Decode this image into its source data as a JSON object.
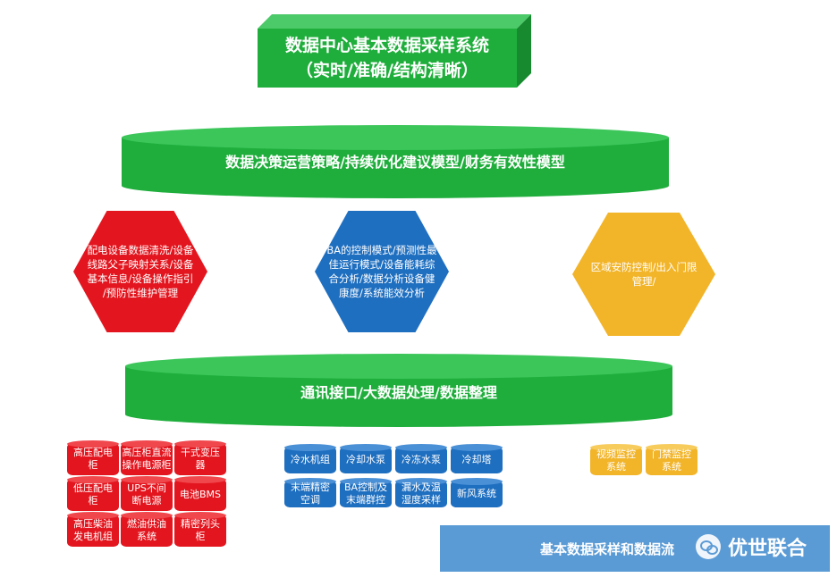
{
  "title": {
    "line1": "数据中心基本数据采样系统",
    "line2": "（实时/准确/结构清晰）"
  },
  "layers": {
    "top_band": "数据决策运营策略/持续优化建议模型/财务有效性模型",
    "middle_band": "通讯接口/大数据处理/数据整理",
    "base_bar": "基本数据采样和数据流"
  },
  "hexagons": [
    {
      "lines": [
        "配电设备数据清洗/设备",
        "线路父子映射关系/设备",
        "基本信息/设备操作指引",
        "/预防性维护管理"
      ],
      "color": "#e3161f"
    },
    {
      "lines": [
        "BA的控制模式/预测性最",
        "佳运行模式/设备能耗综",
        "合分析/数据分析设备健",
        "康度/系统能效分析"
      ],
      "color": "#1f6fc0"
    },
    {
      "lines": [
        "区域安防控制/出入门限",
        "管理/"
      ],
      "color": "#f2b428"
    }
  ],
  "red_items": [
    [
      "高压配电",
      "柜"
    ],
    [
      "高压柜直流",
      "操作电源柜"
    ],
    [
      "干式变压",
      "器"
    ],
    [
      "低压配电",
      "柜"
    ],
    [
      "UPS不间",
      "断电源"
    ],
    [
      "电池BMS",
      ""
    ],
    [
      "高压柴油",
      "发电机组"
    ],
    [
      "燃油供油",
      "系统"
    ],
    [
      "精密列头",
      "柜"
    ]
  ],
  "blue_items": [
    [
      "冷水机组",
      ""
    ],
    [
      "冷却水泵",
      ""
    ],
    [
      "冷冻水泵",
      ""
    ],
    [
      "冷却塔",
      ""
    ],
    [
      "末端精密",
      "空调"
    ],
    [
      "BA控制及",
      "末端群控"
    ],
    [
      "漏水及温",
      "湿度采样"
    ],
    [
      "新风系统",
      ""
    ]
  ],
  "yellow_items": [
    [
      "视频监控",
      "系统"
    ],
    [
      "门禁监控",
      "系统"
    ]
  ],
  "watermark": {
    "text": "优世联合",
    "icon": "wechat-icon"
  }
}
